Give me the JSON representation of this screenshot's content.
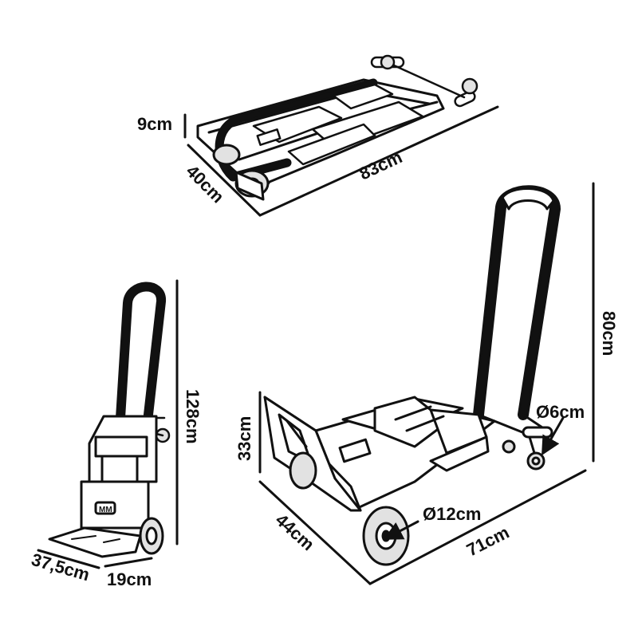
{
  "colors": {
    "ink": "#111111",
    "paper": "#ffffff",
    "tire": "#e2e2e2"
  },
  "views": {
    "folded": {
      "height": "9cm",
      "width": "40cm",
      "length": "83cm"
    },
    "upright": {
      "height": "128cm",
      "depth": "37,5cm",
      "width": "19cm"
    },
    "cart": {
      "handle_height": "80cm",
      "platform_height": "33cm",
      "small_wheel": "Ø6cm",
      "large_wheel": "Ø12cm",
      "width": "44cm",
      "length": "71cm"
    }
  },
  "badge": "MM"
}
